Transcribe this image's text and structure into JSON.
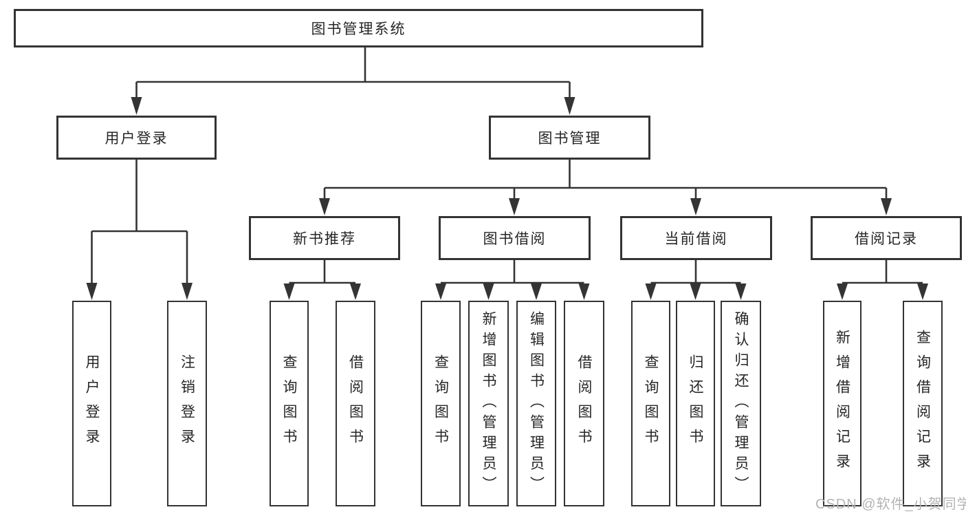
{
  "tree": {
    "root": {
      "label": "图书管理系统"
    },
    "branches": [
      {
        "label": "用户登录",
        "children": [
          {
            "label": "用户登录"
          },
          {
            "label": "注销登录"
          }
        ]
      },
      {
        "label": "图书管理",
        "children": [
          {
            "label": "新书推荐",
            "children": [
              {
                "label": "查询图书"
              },
              {
                "label": "借阅图书"
              }
            ]
          },
          {
            "label": "图书借阅",
            "children": [
              {
                "label": "查询图书"
              },
              {
                "label": "新增图书（管理员）"
              },
              {
                "label": "编辑图书（管理员）"
              },
              {
                "label": "借阅图书"
              }
            ]
          },
          {
            "label": "当前借阅",
            "children": [
              {
                "label": "查询图书"
              },
              {
                "label": "归还图书"
              },
              {
                "label": "确认归还（管理员）"
              }
            ]
          },
          {
            "label": "借阅记录",
            "children": [
              {
                "label": "新增借阅记录"
              },
              {
                "label": "查询借阅记录"
              }
            ]
          }
        ]
      }
    ]
  },
  "watermark": {
    "text": "CSDN @软件_小贺同学"
  },
  "colors": {
    "line": "#343434",
    "border": "#333333",
    "text": "#262626",
    "background": "#ffffff",
    "watermark": "#b4b4b4"
  }
}
